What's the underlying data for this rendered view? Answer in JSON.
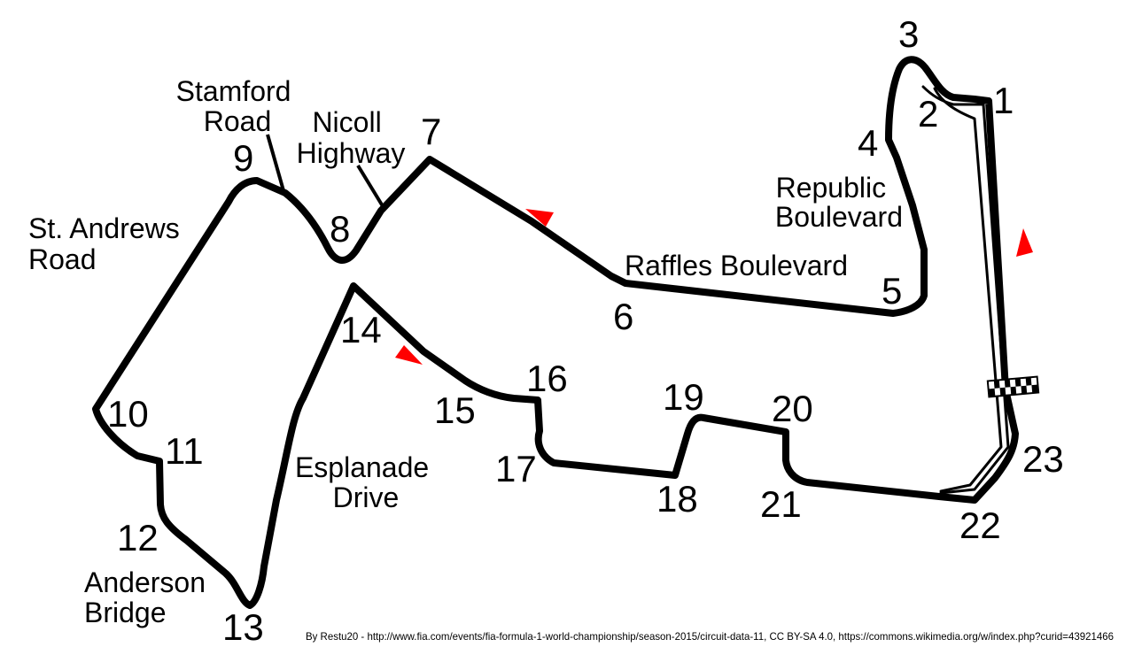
{
  "colors": {
    "track": "#000000",
    "direction_arrow": "#ff0000",
    "background": "#ffffff"
  },
  "turns": [
    "1",
    "2",
    "3",
    "4",
    "5",
    "6",
    "7",
    "8",
    "9",
    "10",
    "11",
    "12",
    "13",
    "14",
    "15",
    "16",
    "17",
    "18",
    "19",
    "20",
    "21",
    "22",
    "23"
  ],
  "roads": {
    "stamford": [
      "Stamford",
      "Road"
    ],
    "nicoll": [
      "Nicoll",
      "Highway"
    ],
    "st_andrews": [
      "St. Andrews",
      "Road"
    ],
    "republic": [
      "Republic",
      "Boulevard"
    ],
    "raffles": "Raffles Boulevard",
    "esplanade": [
      "Esplanade",
      "Drive"
    ],
    "anderson": [
      "Anderson",
      "Bridge"
    ]
  },
  "credit": "By Restu20 - http://www.fia.com/events/fia-formula-1-world-championship/season-2015/circuit-data-11, CC BY-SA 4.0, https://commons.wikimedia.org/w/index.php?curid=43921466"
}
